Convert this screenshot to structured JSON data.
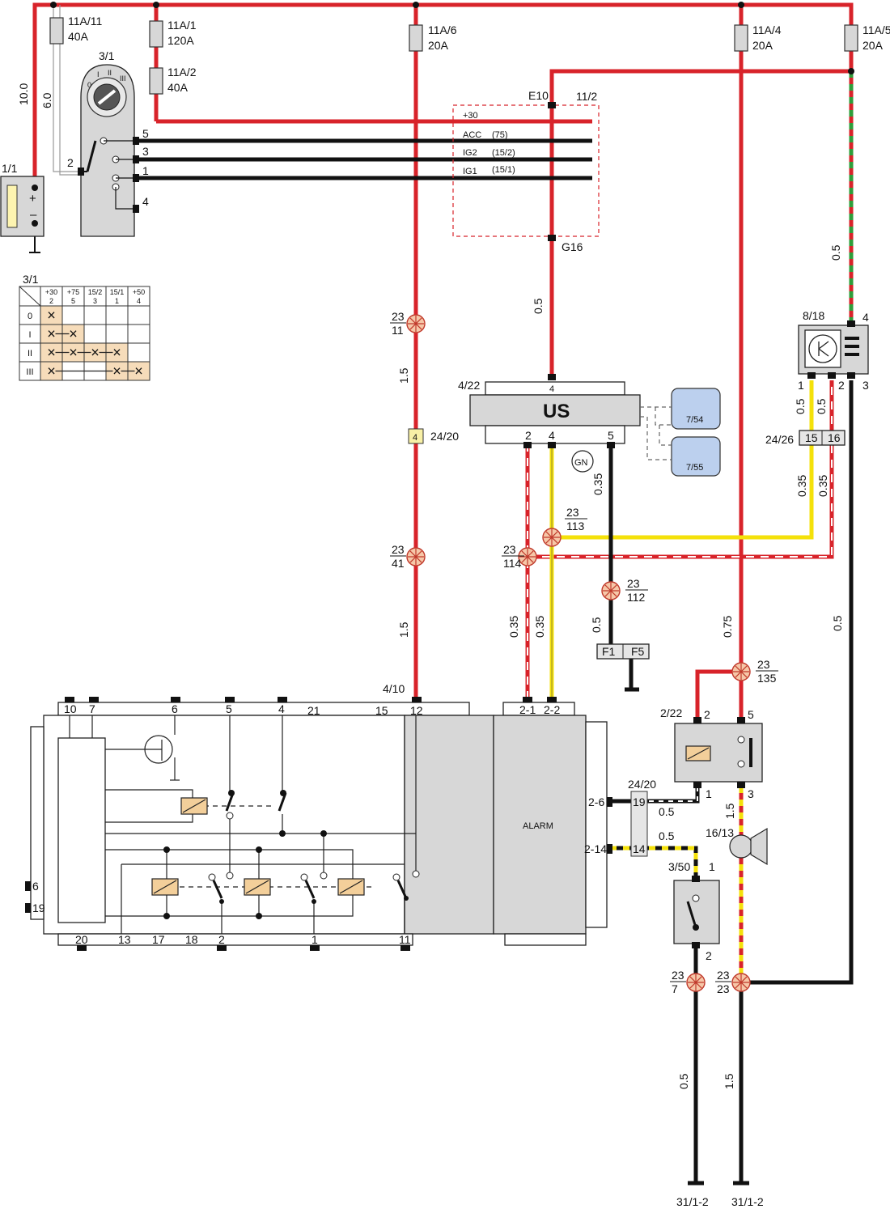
{
  "fuses": {
    "f11a11": {
      "id": "11A/11",
      "rating": "40A"
    },
    "f11a1": {
      "id": "11A/1",
      "rating": "120A"
    },
    "f11a2": {
      "id": "11A/2",
      "rating": "40A"
    },
    "f11a6": {
      "id": "11A/6",
      "rating": "20A"
    },
    "f11a4": {
      "id": "11A/4",
      "rating": "20A"
    },
    "f11a5": {
      "id": "11A/5",
      "rating": "20A"
    }
  },
  "components": {
    "battery": "1/1",
    "ignition_switch": "3/1",
    "us_unit_id": "4/22",
    "us_unit_label": "US",
    "alarm_unit_id": "4/10",
    "alarm_label": "ALARM",
    "module_854": "7/54",
    "module_855": "7/55",
    "sensor": "8/18",
    "relay": "2/22",
    "horn": "16/13",
    "hood_switch": "3/50",
    "fuse_ref": "F1",
    "fuse_ref2": "F5",
    "ground_a": "31/1-2",
    "ground_b": "31/1-2",
    "gn": "GN"
  },
  "connectors": {
    "e10": "E10",
    "c112": "11/2",
    "g16": "G16",
    "c2420": "24/20",
    "c2420b": "24/20",
    "c2426": "24/26",
    "p15": "15",
    "p16": "16",
    "p4": "4",
    "p19": "19",
    "p14": "14"
  },
  "switch_pins": [
    "5",
    "3",
    "2",
    "1",
    "4"
  ],
  "bus_labels": {
    "l30": "+30",
    "acc": "ACC",
    "acc_t": "(75)",
    "ig2": "IG2",
    "ig2_t": "(15/2)",
    "ig1": "IG1",
    "ig1_t": "(15/1)"
  },
  "wire_sizes": {
    "w10": "10.0",
    "w6": "6.0",
    "w05a": "0.5",
    "w05b": "0.5",
    "w15a": "1.5",
    "w15b": "1.5",
    "w05c": "0.5",
    "w05d": "0.5",
    "w035a": "0.35",
    "w035b": "0.35",
    "w035c": "0.35",
    "w035d": "0.35",
    "w035e": "0.35",
    "w05e": "0.5",
    "w075": "0.75",
    "w05f": "0.5",
    "w05g": "0.5",
    "w05h": "0.5",
    "w15c": "1.5",
    "w05i": "0.5",
    "w15d": "1.5"
  },
  "splices": {
    "s2311": {
      "top": "23",
      "bot": "11"
    },
    "s2341": {
      "top": "23",
      "bot": "41"
    },
    "s23113": {
      "top": "23",
      "bot": "113"
    },
    "s23114": {
      "top": "23",
      "bot": "114"
    },
    "s23112": {
      "top": "23",
      "bot": "112"
    },
    "s23135": {
      "top": "23",
      "bot": "135"
    },
    "s237": {
      "top": "23",
      "bot": "7"
    },
    "s2323": {
      "top": "23",
      "bot": "23"
    }
  },
  "us_pins": [
    "4",
    "2",
    "4",
    "5"
  ],
  "sensor_pins": [
    "4",
    "1",
    "2",
    "3"
  ],
  "relay_pins": [
    "2",
    "5",
    "1",
    "3"
  ],
  "hood_pins": [
    "1",
    "2"
  ],
  "alarm_top_pins": [
    "10",
    "7",
    "6",
    "5",
    "4",
    "21",
    "15",
    "12",
    "2-1",
    "2-2"
  ],
  "alarm_bottom_pins": [
    "20",
    "13",
    "17",
    "18",
    "2",
    "1",
    "11"
  ],
  "alarm_side_pins": [
    "6",
    "19",
    "2-6",
    "2-14"
  ],
  "switch_table": {
    "title": "3/1",
    "headers": [
      {
        "top": "+30",
        "bot": "2"
      },
      {
        "top": "+75",
        "bot": "5"
      },
      {
        "top": "15/2",
        "bot": "3"
      },
      {
        "top": "15/1",
        "bot": "1"
      },
      {
        "top": "+50",
        "bot": "4"
      }
    ],
    "rows": [
      "0",
      "I",
      "II",
      "III"
    ],
    "active": [
      [
        0
      ],
      [
        0,
        1
      ],
      [
        0,
        1,
        2,
        3
      ],
      [
        0,
        3,
        4
      ]
    ]
  },
  "colors": {
    "red": "#d8232a",
    "black": "#111111",
    "yellow": "#f4e10a",
    "green": "#2e9e3a",
    "module_blue": "#bcd0ee",
    "relay_tan": "#f3cf9a"
  }
}
